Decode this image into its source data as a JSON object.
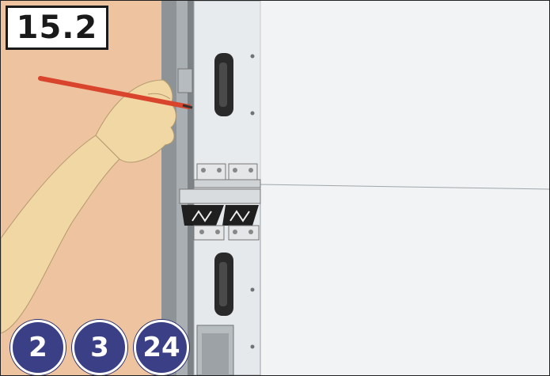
{
  "step": {
    "number": "15.2"
  },
  "parts": [
    {
      "label": "2"
    },
    {
      "label": "3"
    },
    {
      "label": "24"
    }
  ],
  "colors": {
    "wall": "#eec3a0",
    "panel": "#f0f2f3",
    "badge": "#3a3f86",
    "pencil": "#d8442c",
    "hand": "#f1d7a4"
  }
}
